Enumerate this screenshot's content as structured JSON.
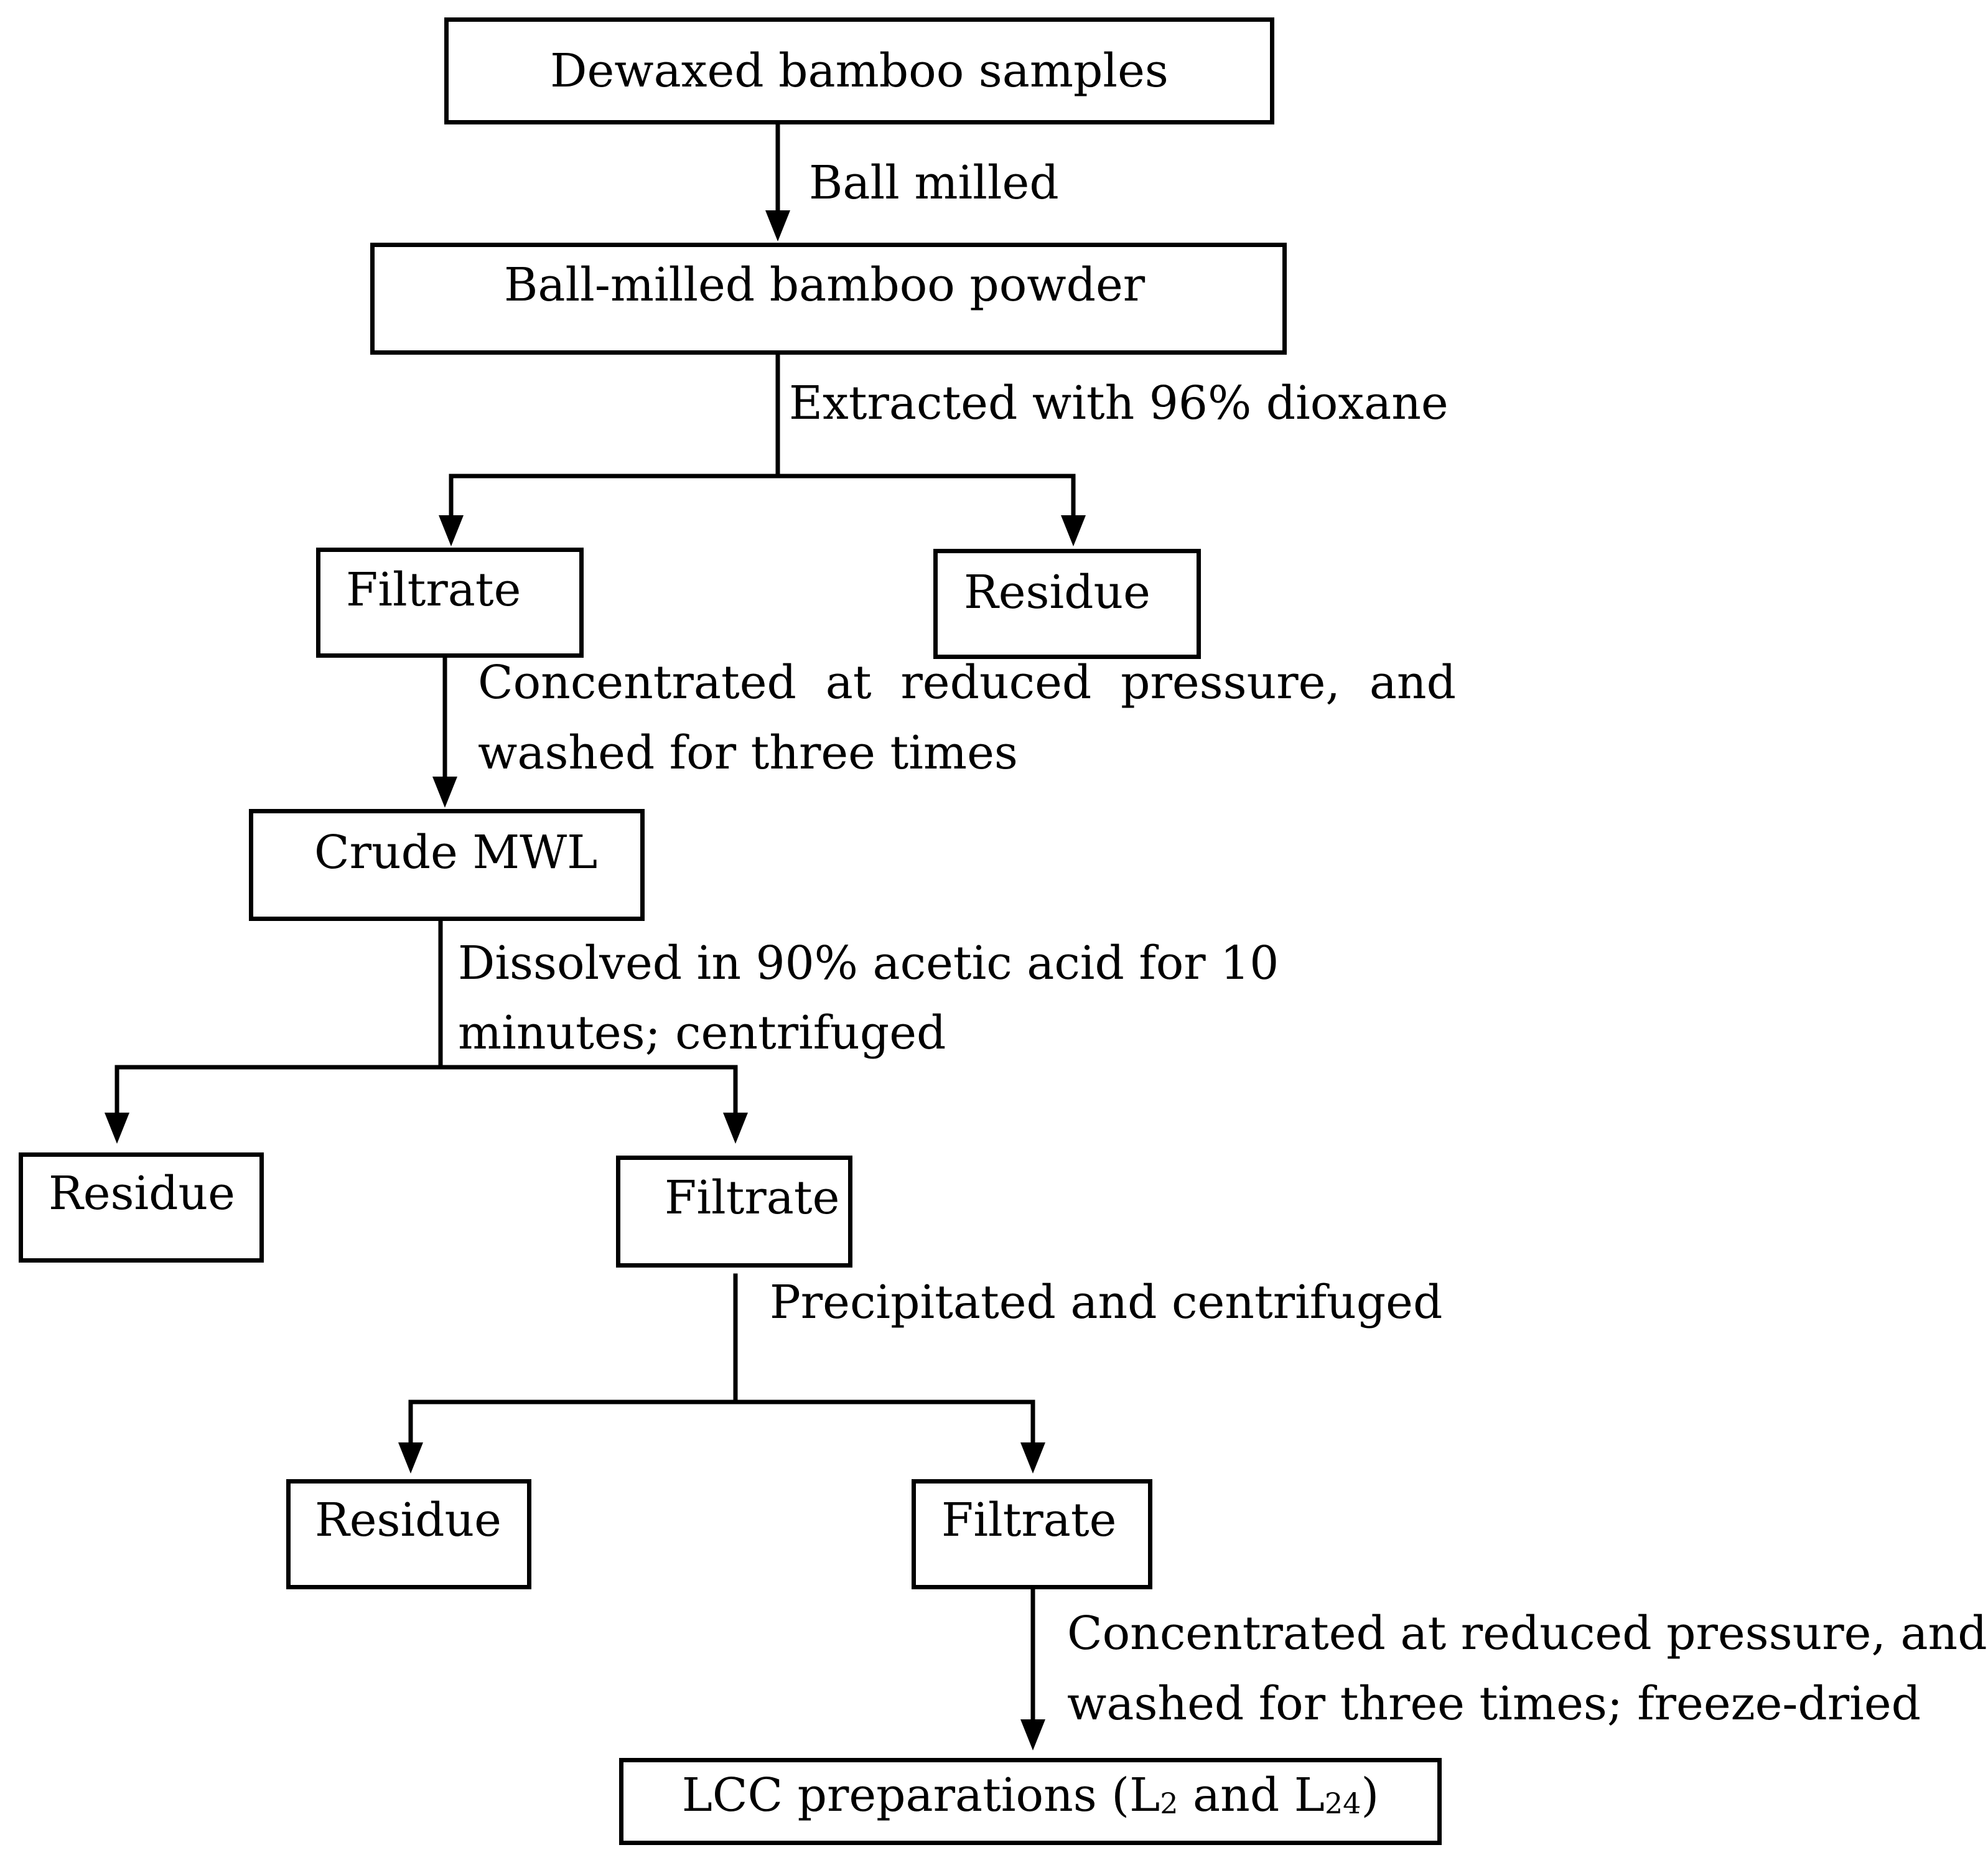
{
  "boxes": {
    "dewaxed": "Dewaxed bamboo samples",
    "powder": "Ball-milled bamboo powder",
    "filtrate1": "Filtrate",
    "residue1": "Residue",
    "crude_mwl": "Crude MWL",
    "residue2": "Residue",
    "filtrate2": "Filtrate",
    "residue3": "Residue",
    "filtrate3": "Filtrate",
    "lcc": {
      "prefix": "LCC preparations (L",
      "sub1": "2",
      "mid": " and L",
      "sub2": "24",
      "suffix": ")"
    }
  },
  "steps": {
    "ball_milled": "Ball milled",
    "extracted": "Extracted with 96% dioxane",
    "concentrated1_words": [
      "Concentrated",
      "at",
      "reduced",
      "pressure,",
      "and"
    ],
    "concentrated1_line2": "washed for three times",
    "dissolved_line1": "Dissolved in 90% acetic acid for 10",
    "dissolved_line2": "minutes; centrifuged",
    "precipitated": "Precipitated and centrifuged",
    "concentrated2_line1": "Concentrated at reduced pressure, and",
    "concentrated2_line2": "washed for three times; freeze-dried"
  },
  "colors": {
    "stroke": "#000000",
    "background": "#ffffff"
  }
}
